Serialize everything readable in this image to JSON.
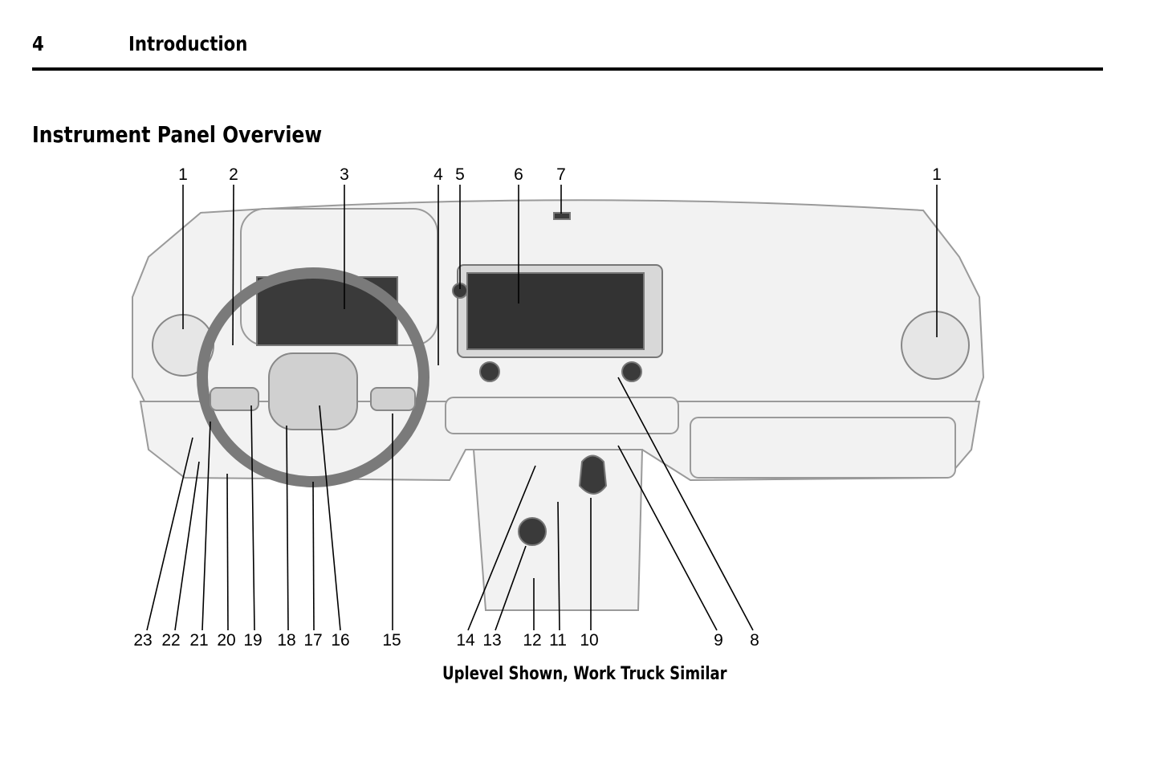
{
  "header": {
    "page_number": "4",
    "chapter": "Introduction"
  },
  "section_title": "Instrument Panel Overview",
  "callouts_top": [
    "1",
    "2",
    "3",
    "4",
    "5",
    "6",
    "7",
    "1"
  ],
  "callouts_bottom": [
    "23",
    "22",
    "21",
    "20",
    "19",
    "18",
    "17",
    "16",
    "15",
    "14",
    "13",
    "12",
    "11",
    "10",
    "9",
    "8"
  ],
  "caption": "Uplevel Shown, Work Truck Similar"
}
